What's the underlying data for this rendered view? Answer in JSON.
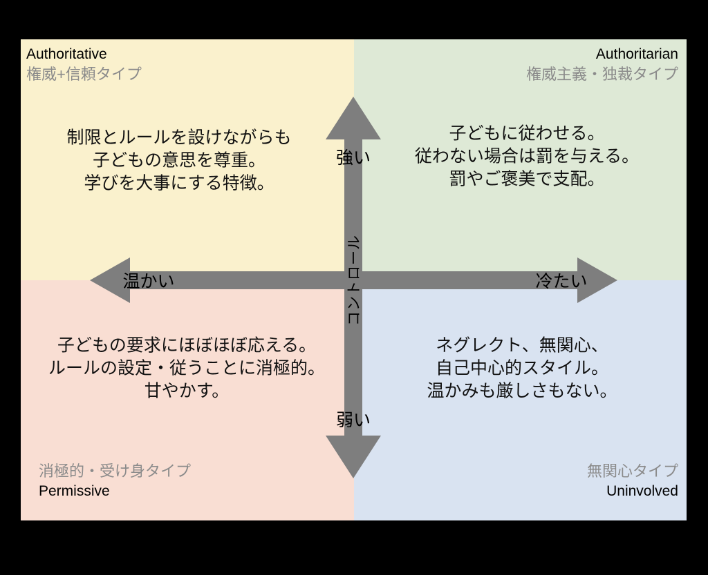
{
  "title": "Parenting styles quadrant diagram",
  "quadrants": {
    "top_left": {
      "title_en": "Authoritative",
      "title_ja": "権威+信頼タイプ",
      "body": "制限とルールを設けながらも\n子どもの意思を尊重。\n学びを大事にする特徴。",
      "bg": "#faf1cd"
    },
    "top_right": {
      "title_en": "Authoritarian",
      "title_ja": "権威主義・独裁タイプ",
      "body": "子どもに従わせる。\n従わない場合は罰を与える。\n罰やご褒美で支配。",
      "bg": "#dee9d6"
    },
    "bottom_left": {
      "title_en": "Permissive",
      "title_ja": "消極的・受け身タイプ",
      "body": "子どもの要求にほぼほぼ応える。\nルールの設定・従うことに消極的。\n甘やかす。",
      "bg": "#f9ded3"
    },
    "bottom_right": {
      "title_en": "Uninvolved",
      "title_ja": "無関心タイプ",
      "body": "ネグレクト、無関心、\n自己中心的スタイル。\n温かみも厳しさもない。",
      "bg": "#d9e3f1"
    }
  },
  "axes": {
    "top": "強い",
    "bottom": "弱い",
    "left": "温かい",
    "right": "冷たい",
    "vertical_title": "コントロール"
  },
  "colors": {
    "arrow": "#7e7e7e",
    "background": "#000000",
    "gray_label": "#8b8b8b"
  }
}
